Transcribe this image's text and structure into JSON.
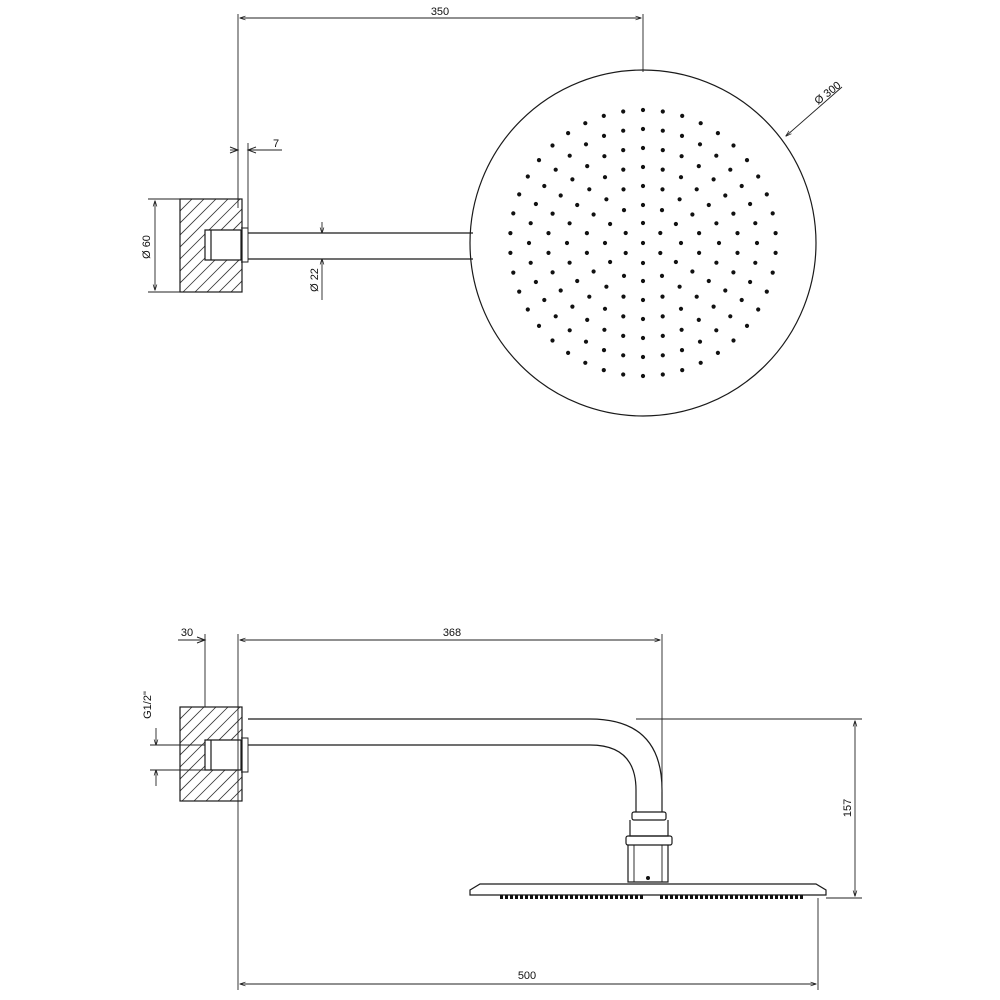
{
  "top_view": {
    "dim_overall_width": "350",
    "dim_wall_offset": "7",
    "dim_wall_plate_diameter": "Ø 60",
    "dim_arm_diameter": "Ø 22",
    "dim_head_diameter": "Ø 300"
  },
  "side_view": {
    "dim_plate_depth": "30",
    "dim_arm_length": "368",
    "dim_thread": "G1/2\"",
    "dim_height": "157",
    "dim_total_length": "500"
  },
  "colors": {
    "line": "#1a1a1a",
    "background": "#ffffff"
  }
}
